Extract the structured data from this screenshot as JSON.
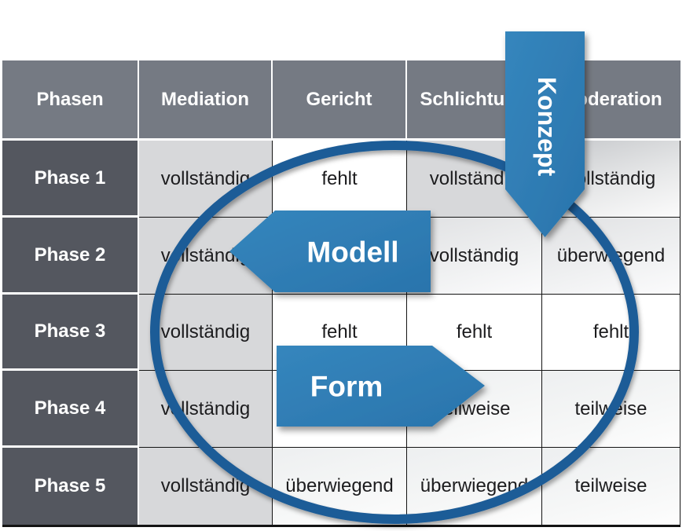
{
  "table": {
    "columns": [
      "Phasen",
      "Mediation",
      "Gericht",
      "Schlichtung",
      "Moderation"
    ],
    "rows": [
      {
        "label": "Phase 1",
        "values": [
          "vollständig",
          "fehlt",
          "vollständig",
          "vollständig"
        ]
      },
      {
        "label": "Phase 2",
        "values": [
          "vollständig",
          "",
          "vollständig",
          "überwiegend"
        ]
      },
      {
        "label": "Phase 3",
        "values": [
          "vollständig",
          "fehlt",
          "fehlt",
          "fehlt"
        ]
      },
      {
        "label": "Phase 4",
        "values": [
          "vollständig",
          "",
          "teilweise",
          "teilweise"
        ]
      },
      {
        "label": "Phase 5",
        "values": [
          "vollständig",
          "überwiegend",
          "überwiegend",
          "teilweise"
        ]
      }
    ]
  },
  "overlays": {
    "down_arrow_label": "Konzept",
    "left_arrow_label": "Modell",
    "right_arrow_label": "Form"
  },
  "colors": {
    "arrow_blue": "#2e7db6",
    "ellipse_blue": "#1d5c97",
    "header_gray": "#757a83",
    "phase_column_gray": "#54575f",
    "cell_gray": "#d7d8da"
  }
}
